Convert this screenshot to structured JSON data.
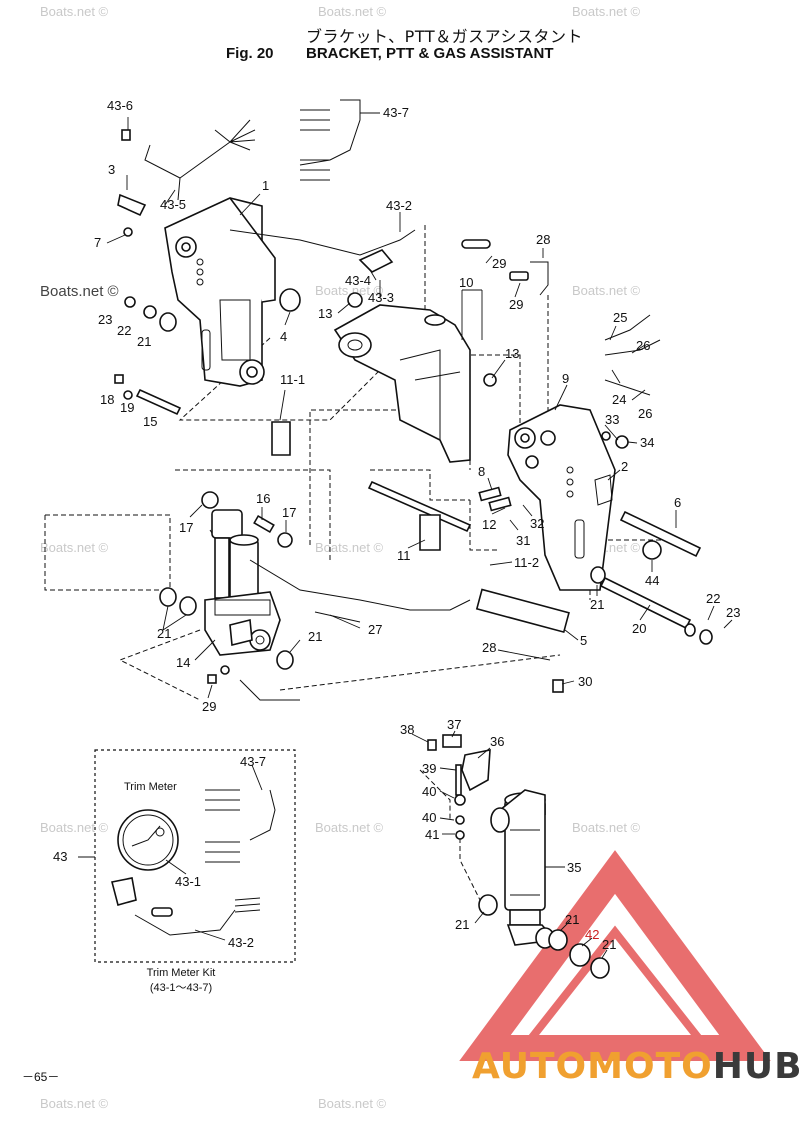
{
  "header": {
    "title_jp": "ブラケット、PTT＆ガスアシスタント",
    "fig_no": "Fig. 20",
    "title_en": "BRACKET, PTT & GAS ASSISTANT"
  },
  "watermark": "Boats.net ©",
  "labels": {
    "p43_6": "43-6",
    "p43_7": "43-7",
    "p3": "3",
    "p1": "1",
    "p43_5": "43-5",
    "p7": "7",
    "p43_2": "43-2",
    "p28a": "28",
    "p29a": "29",
    "p29b": "29",
    "p43_4": "43-4",
    "p43_3": "43-3",
    "p10": "10",
    "p23a": "23",
    "p22a": "22",
    "p21a": "21",
    "p4": "4",
    "p13a": "13",
    "p13b": "13",
    "p25": "25",
    "p26a": "26",
    "p26b": "26",
    "p24": "24",
    "p18": "18",
    "p19": "19",
    "p15": "15",
    "p11_1": "11-1",
    "p9": "9",
    "p33": "33",
    "p34": "34",
    "p8": "8",
    "p2": "2",
    "p16": "16",
    "p17a": "17",
    "p17b": "17",
    "p12": "12",
    "p32": "32",
    "p31": "31",
    "p6": "6",
    "p11": "11",
    "p11_2": "11-2",
    "p44": "44",
    "p21b": "21",
    "p21c": "21",
    "p21d": "21",
    "p22b": "22",
    "p23b": "23",
    "p20": "20",
    "p27": "27",
    "p5": "5",
    "p14": "14",
    "p28b": "28",
    "p30": "30",
    "p29c": "29",
    "p38": "38",
    "p37": "37",
    "p36": "36",
    "p39": "39",
    "p40a": "40",
    "p40b": "40",
    "p41": "41",
    "p35": "35",
    "p21e": "21",
    "p21f": "21",
    "p42": "42",
    "p21g": "21",
    "p43": "43",
    "p43_7b": "43-7",
    "p43_1": "43-1",
    "p43_2b": "43-2"
  },
  "kit": {
    "trim_meter": "Trim Meter",
    "caption_line1": "Trim Meter Kit",
    "caption_line2": "(43-1～43-7)"
  },
  "page_number": "－65－",
  "brand": {
    "part1": "AUTOMOTO",
    "part2": "HUB"
  },
  "colors": {
    "brand_orange": "#f0a030",
    "brand_dark": "#3a3a3a",
    "logo_red": "#e04040",
    "highlight_label": "#cc2020"
  }
}
